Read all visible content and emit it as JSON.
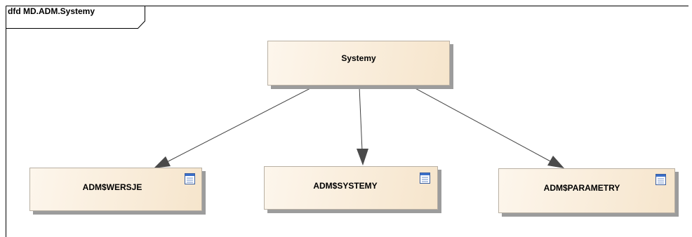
{
  "diagram": {
    "title": "dfd MD.ADM.Systemy",
    "nodes": {
      "root": {
        "label": "Systemy"
      },
      "wersje": {
        "label": "ADM$WERSJE",
        "icon": "table-icon"
      },
      "systemy": {
        "label": "ADM$SYSTEMY",
        "icon": "table-icon"
      },
      "parametry": {
        "label": "ADM$PARAMETRY",
        "icon": "table-icon"
      }
    },
    "edges": [
      {
        "from": "Systemy",
        "to": "ADM$WERSJE"
      },
      {
        "from": "Systemy",
        "to": "ADM$SYSTEMY"
      },
      {
        "from": "Systemy",
        "to": "ADM$PARAMETRY"
      }
    ],
    "colors": {
      "node_fill_start": "#fdf6ec",
      "node_fill_end": "#f6e5cc",
      "node_shadow": "#9c9c9c",
      "arrow": "#404040"
    }
  }
}
